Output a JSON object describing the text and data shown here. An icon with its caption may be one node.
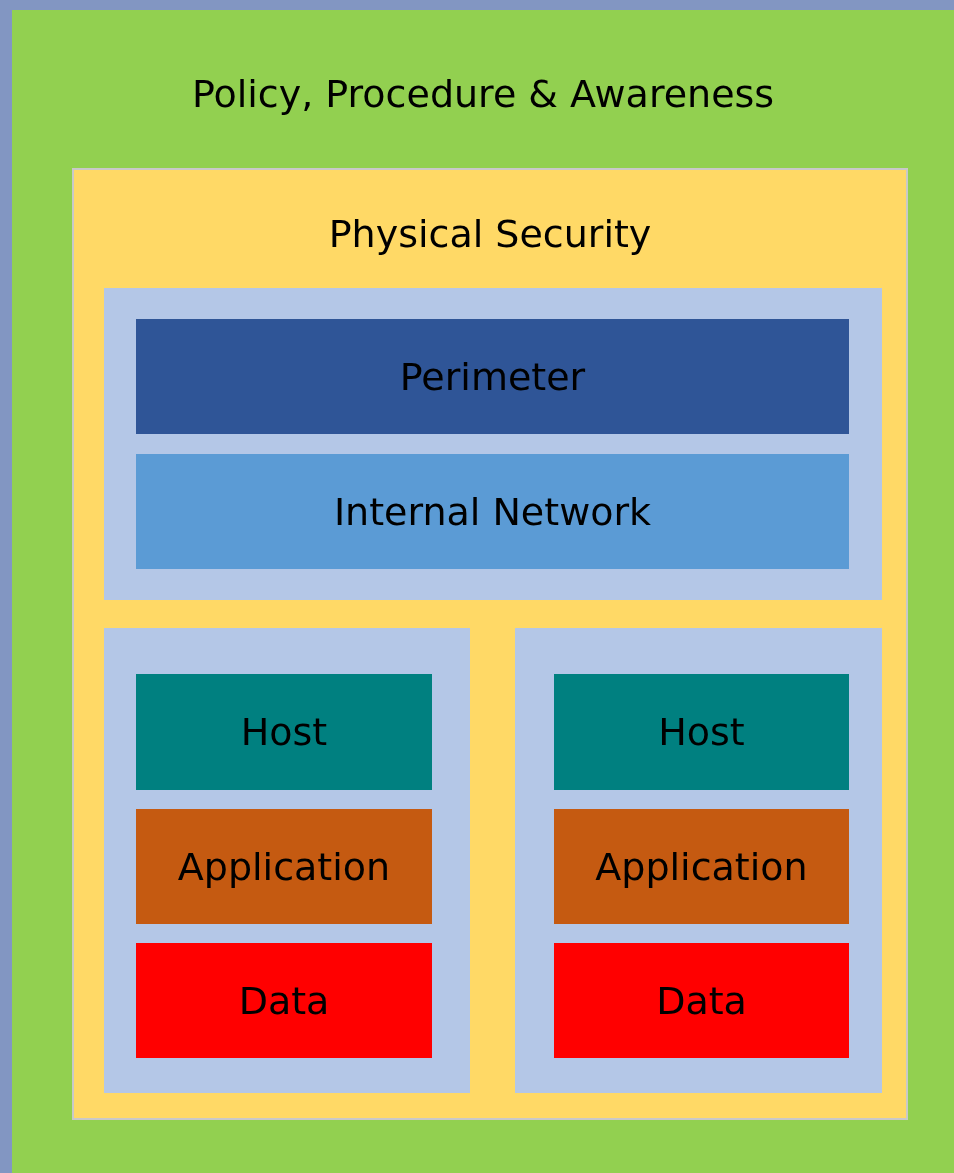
{
  "diagram": {
    "nodes": [
      {
        "text": [
          "Policy, Procedure & Awareness"
        ]
      },
      {
        "text": [
          "Physical Security"
        ],
        "in": 0
      },
      {
        "text": [],
        "shape": "box",
        "in": 1
      },
      {
        "text": [
          "Perimeter"
        ],
        "in": 2
      },
      {
        "text": [
          "Internal Network"
        ],
        "in": 2
      },
      {
        "text": [],
        "shape": "box",
        "in": 1
      },
      {
        "text": [
          "Host"
        ],
        "in": 5
      },
      {
        "text": [
          "Application"
        ],
        "in": 5
      },
      {
        "text": [
          "Data"
        ],
        "in": 5
      },
      {
        "text": [],
        "shape": "box",
        "in": 1
      },
      {
        "text": [
          "Host"
        ],
        "in": 9
      },
      {
        "text": [
          "Application"
        ],
        "in": 9
      },
      {
        "text": [
          "Data"
        ],
        "in": 9
      }
    ]
  }
}
